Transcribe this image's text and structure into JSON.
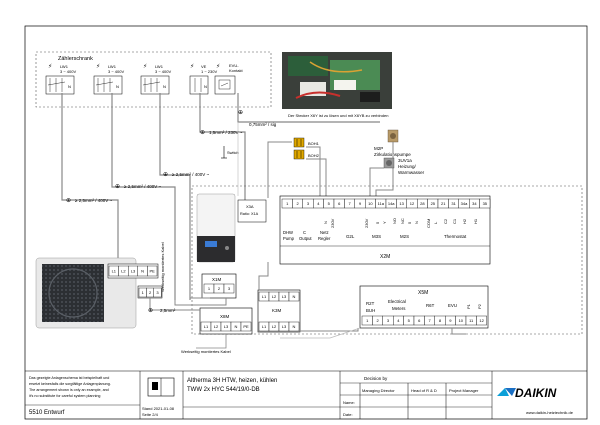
{
  "cabinet": {
    "title": "Zählerschrank",
    "breakers": [
      {
        "label": "LW1",
        "rating": "3 ~ 400V",
        "terminal": "N"
      },
      {
        "label": "LW1",
        "rating": "3 ~ 400V",
        "terminal": "N"
      },
      {
        "label": "LW1",
        "rating": "3 ~ 400V",
        "terminal": "N"
      },
      {
        "label": "VE",
        "rating": "1 ~ 230V",
        "terminal": "N"
      }
    ],
    "evu": {
      "label": "EVU-",
      "sub": "Kontakt"
    }
  },
  "photo_caption": "Der Stecker X6Y ist zu lösen und mit X6YB zu verbinden",
  "cables": {
    "c1": "0,75mm² / sig",
    "c2": "1,5mm² / 230V ~",
    "c3": "≥ 2,5mm² / 400V ~",
    "c4": "≥ 2,5mm² / 400V ~",
    "c5": "≥ 2,5mm² / 400V ~",
    "c6": "2,5mm²",
    "vertical_label": "Werkseitig montiertes Kabel",
    "bottom_label": "Werkseitig montiertes Kabel"
  },
  "boh": {
    "b1": "BOH1",
    "b2": "BOH2"
  },
  "pump": {
    "l1": "M2P",
    "l2": "Zirkulationspumpe"
  },
  "valve": {
    "l1": "3UV1a",
    "l2": "Heizung/",
    "l3": "Warmwasser"
  },
  "switch_label": "Switch",
  "unit_box": {
    "x3a": "X3A",
    "ratio": "Ratio: X1A"
  },
  "x2m": {
    "title": "X2M",
    "terminals_top": [
      "1",
      "2",
      "3",
      "4",
      "5",
      "6",
      "7",
      "9",
      "10",
      "11a",
      "14a",
      "13",
      "12",
      "28",
      "25",
      "21",
      "31",
      "34a",
      "34",
      "35"
    ],
    "terminals_mid": [
      "N",
      "230V",
      "5",
      "Y",
      "NO",
      "NC",
      "5",
      "N"
    ],
    "terminals_low": [
      "C1",
      "C2",
      "L",
      "H1",
      "H2"
    ],
    "groups": [
      "DHW Pump",
      "C Output",
      "Netz Regler",
      "G2L",
      "M3S",
      "M2S",
      "Thermostat"
    ],
    "g1": "DHW",
    "g1b": "Pump",
    "g2": "C",
    "g2b": "Output",
    "g3": "Netz",
    "g3b": "Regler",
    "g4": "G2L",
    "g5": "M3S",
    "g6": "M2S",
    "g7": "Thermostat",
    "com": "COM",
    "l": "L",
    "c2": "C2",
    "c1": "C1",
    "h2": "H2",
    "h1": "H1",
    "n": "N",
    "v230": "230V",
    "y": "Y",
    "no": "NO",
    "nc": "NC",
    "five": "5"
  },
  "x5m": {
    "title": "X5M",
    "r2t": "R2T",
    "buh": "BUH",
    "electrical": "Electrical",
    "meters": "Meters",
    "r6t": "R6T",
    "evu": "EVU",
    "p1": "P1",
    "p2": "P2",
    "terminals": [
      "1",
      "2",
      "3",
      "4",
      "5",
      "6",
      "7",
      "8",
      "9",
      "10",
      "11",
      "12"
    ]
  },
  "x1m": {
    "title": "X1M",
    "terminals": [
      "1",
      "2",
      "3"
    ]
  },
  "x8m": {
    "title": "X8M",
    "terminals": [
      "L1",
      "L2",
      "L3",
      "N",
      "PE"
    ]
  },
  "k3m": {
    "title": "K3M",
    "terminals_top": [
      "L1",
      "L2",
      "L3",
      "N"
    ],
    "terminals_bot": [
      "L1",
      "L2",
      "L3",
      "N"
    ]
  },
  "outdoor": {
    "terminals": [
      "L1",
      "L2",
      "L3",
      "N",
      "PE"
    ],
    "terminals2": [
      "1",
      "2",
      "3"
    ]
  },
  "title_block": {
    "disclaimer": "Das gezeigte Anlagenschema ist beispielhaft und ersetzt keinesfalls die sorgfältige Anlagenplanung. The arrangement shown is only an example, and it's no substitute for careful system planning",
    "d1": "Das gezeigte Anlagenschema ist beispielhaft und",
    "d2": "ersetzt keinesfalls die sorgfältige Anlagenplanung.",
    "d3": "The arrangement shown is only an example, and",
    "d4": "it's no substitute for careful system planning",
    "drawing_id": "5510 Entwurf",
    "stand": "Stand 2021-01-08",
    "page": "Seite 2/4",
    "line1": "Altherma 3H HTW, heizen, kühlen",
    "line2": "TWW 2x HYC 544/19/0-DB",
    "decision_by": "Decision by",
    "name": "Name:",
    "date": "Date:",
    "roles": [
      "Managing Director",
      "Head of R & D",
      "Project Manager"
    ],
    "brand": "DAIKIN",
    "url": "www.daikin-heiztechnik.de"
  },
  "colors": {
    "line": "#000000",
    "gray": "#9a9a9a",
    "boxfill": "#ffffff",
    "accent": "#0a63b4",
    "teal": "#3aa0b0"
  }
}
